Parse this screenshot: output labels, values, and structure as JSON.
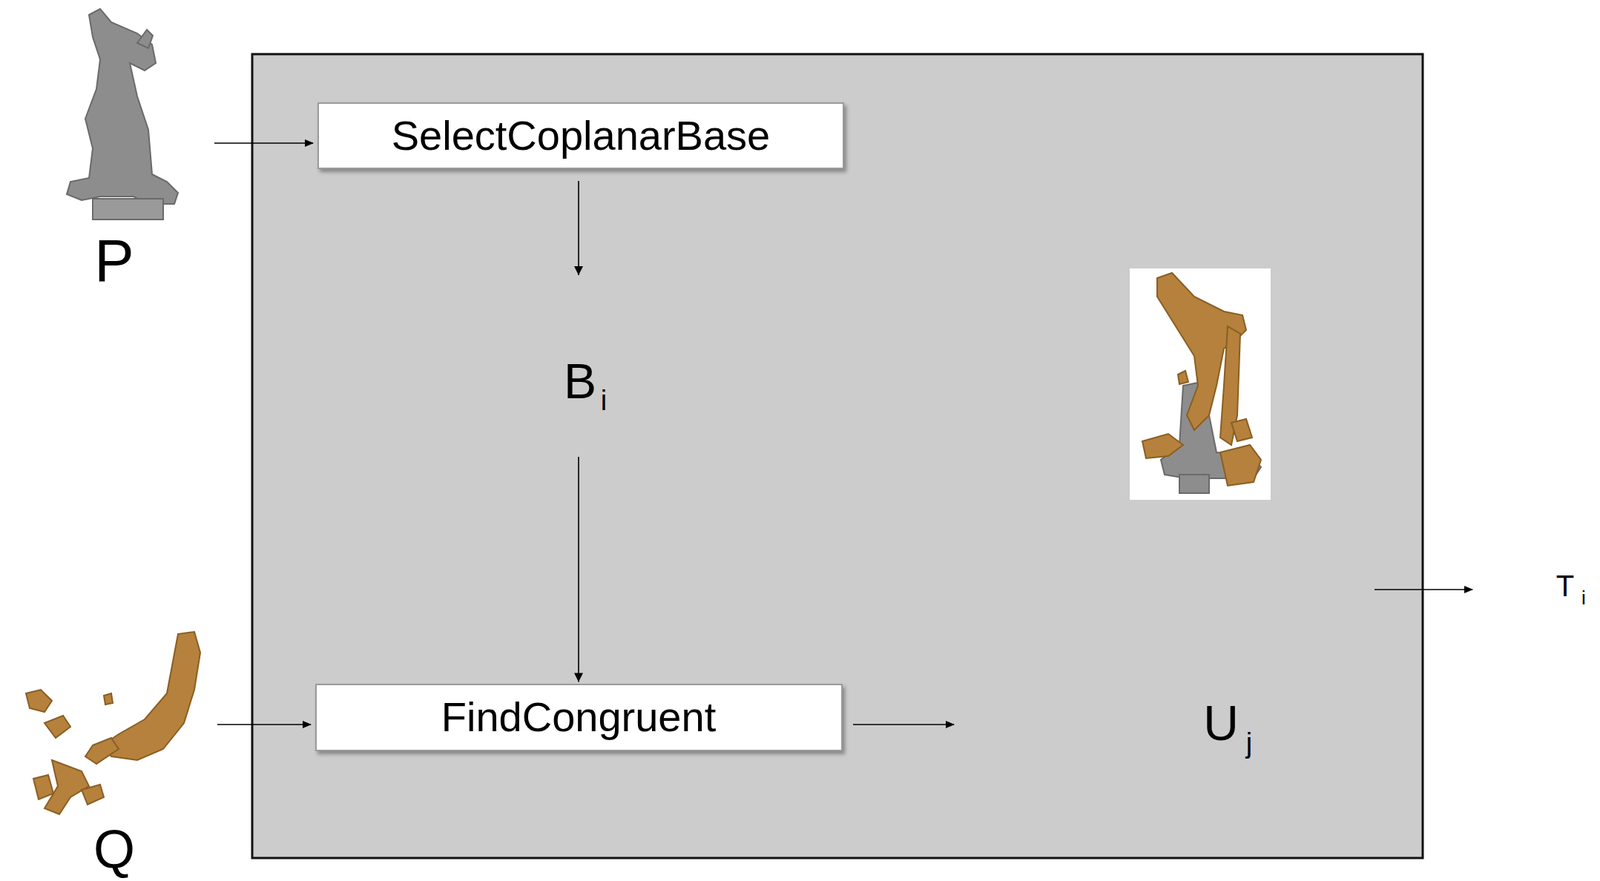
{
  "diagram": {
    "nodes": [
      {
        "text": [
          "SelectCoplanarBase"
        ]
      },
      {
        "text": [
          "FindCongruent"
        ]
      }
    ],
    "edges": [
      {
        "from": 0,
        "to": 1,
        "arrow": "to"
      }
    ],
    "labels": [
      "P",
      "Q",
      "B",
      "i",
      "U",
      "j",
      "T",
      "i"
    ]
  }
}
